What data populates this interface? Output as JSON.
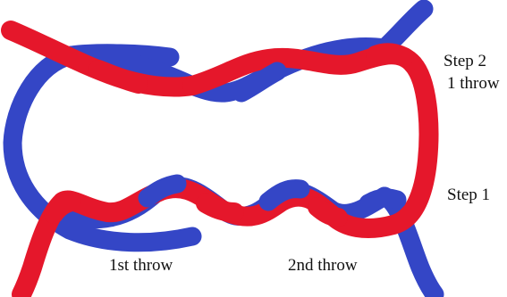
{
  "labels": {
    "step2_line1": "Step 2",
    "step2_line2": "1 throw",
    "step1": "Step 1",
    "first_throw": "1st throw",
    "second_throw": "2nd throw"
  },
  "colors": {
    "red_rope": "#e5172b",
    "blue_rope": "#3446c6",
    "background": "#ffffff",
    "text": "#111111"
  }
}
